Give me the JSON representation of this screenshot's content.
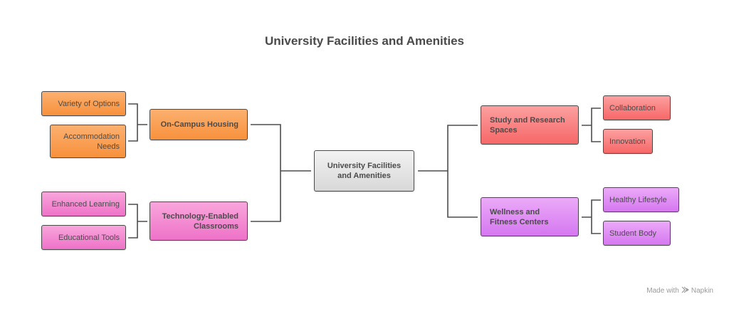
{
  "title": "University Facilities and Amenities",
  "root": {
    "label": "University Facilities and Amenities",
    "color": "#e2e2e2"
  },
  "branches": [
    {
      "label": "On-Campus Housing",
      "side": "left",
      "color": "#f89d4e",
      "children": [
        {
          "label": "Variety of Options"
        },
        {
          "label": "Accommodation Needs"
        }
      ]
    },
    {
      "label": "Technology-Enabled Classrooms",
      "side": "left",
      "color": "#f28ad2",
      "children": [
        {
          "label": "Enhanced Learning"
        },
        {
          "label": "Educational Tools"
        }
      ]
    },
    {
      "label": "Study and Research Spaces",
      "side": "right",
      "color": "#f98282",
      "children": [
        {
          "label": "Collaboration"
        },
        {
          "label": "Innovation"
        }
      ]
    },
    {
      "label": "Wellness and Fitness Centers",
      "side": "right",
      "color": "#de8ff4",
      "children": [
        {
          "label": "Healthy Lifestyle"
        },
        {
          "label": "Student Body"
        }
      ]
    }
  ],
  "watermark": {
    "prefix": "Made with",
    "brand": "Napkin",
    "icon": "napkin-logo-icon"
  }
}
